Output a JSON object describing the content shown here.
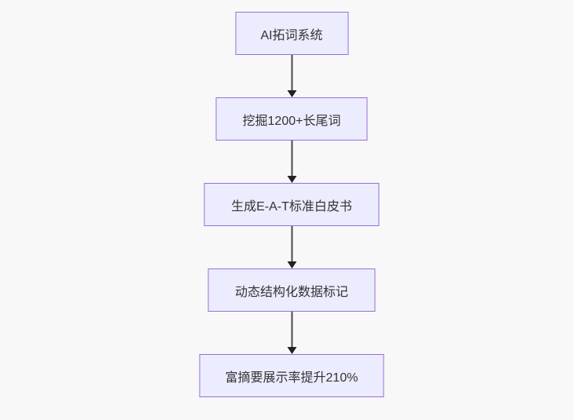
{
  "page": {
    "background": "#f8f8f8"
  },
  "diagram": {
    "type": "flowchart",
    "direction": "top-down",
    "nodes": [
      {
        "label": "AI拓词系统"
      },
      {
        "label": "挖掘1200+长尾词"
      },
      {
        "label": "生成E-A-T标准白皮书"
      },
      {
        "label": "动态结构化数据标记"
      },
      {
        "label": "富摘要展示率提升210%"
      }
    ],
    "edges": [
      {
        "from": 0,
        "to": 1,
        "style": "arrow-down"
      },
      {
        "from": 1,
        "to": 2,
        "style": "arrow-down"
      },
      {
        "from": 2,
        "to": 3,
        "style": "arrow-down"
      },
      {
        "from": 3,
        "to": 4,
        "style": "arrow-down"
      }
    ],
    "colors": {
      "node_fill": "#ECECFF",
      "node_border": "#9370DB",
      "node_text": "#333333",
      "edge_line": "#4a4a4a",
      "edge_arrowhead": "#222222"
    }
  }
}
